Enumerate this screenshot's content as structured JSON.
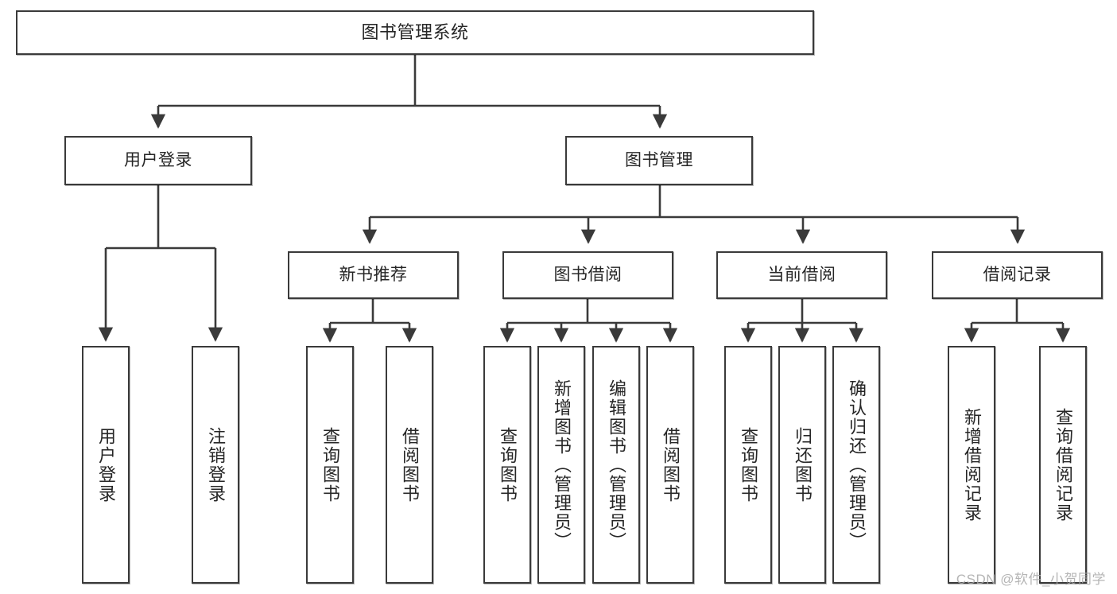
{
  "diagram": {
    "title": "图书管理系统",
    "type": "tree-hierarchy",
    "root": {
      "label": "图书管理系统"
    },
    "level2": [
      {
        "label": "用户登录"
      },
      {
        "label": "图书管理"
      }
    ],
    "level3": [
      {
        "label": "新书推荐"
      },
      {
        "label": "图书借阅"
      },
      {
        "label": "当前借阅"
      },
      {
        "label": "借阅记录"
      }
    ],
    "leaves": {
      "user_login": [
        {
          "label": "用户登录"
        },
        {
          "label": "注销登录"
        }
      ],
      "new_book_recommend": [
        {
          "label": "查询图书"
        },
        {
          "label": "借阅图书"
        }
      ],
      "book_borrow": [
        {
          "label": "查询图书"
        },
        {
          "label": "新增图书（管理员）"
        },
        {
          "label": "编辑图书（管理员）"
        },
        {
          "label": "借阅图书"
        }
      ],
      "current_borrow": [
        {
          "label": "查询图书"
        },
        {
          "label": "归还图书"
        },
        {
          "label": "确认归还（管理员）"
        }
      ],
      "borrow_record": [
        {
          "label": "新增借阅记录"
        },
        {
          "label": "查询借阅记录"
        }
      ]
    }
  },
  "watermark": {
    "text": "CSDN @软件_小贺同学"
  },
  "colors": {
    "border": "#3a3a3a",
    "text": "#262626",
    "background": "#ffffff",
    "watermark": "#a9a9a9"
  }
}
